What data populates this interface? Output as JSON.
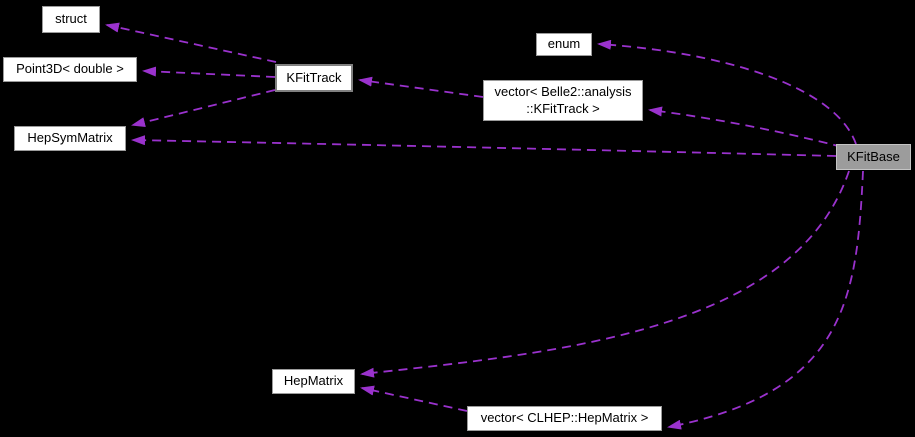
{
  "diagram": {
    "title": "Collaboration graph for KFitBase",
    "type": "doxygen-collaboration-graph",
    "colors": {
      "background": "#000000",
      "edge": "#9a32cd",
      "node_fill": "#ffffff",
      "node_border": "#9b9b9b",
      "highlight_fill": "#9c9c9c",
      "text": "#000000"
    },
    "nodes": [
      {
        "id": "struct",
        "label": "struct"
      },
      {
        "id": "point3d",
        "label": "Point3D< double >"
      },
      {
        "id": "hepsymmatrix",
        "label": "HepSymMatrix"
      },
      {
        "id": "kfittrack",
        "label": "KFitTrack"
      },
      {
        "id": "enum",
        "label": "enum"
      },
      {
        "id": "vector-kfittrack",
        "label": "vector< Belle2::analysis\n::KFitTrack >"
      },
      {
        "id": "kfitbase",
        "label": "KFitBase",
        "highlighted": true
      },
      {
        "id": "hepmatrix",
        "label": "HepMatrix"
      },
      {
        "id": "vector-hepmatrix",
        "label": "vector< CLHEP::HepMatrix >"
      }
    ],
    "edges": [
      {
        "from": "KFitTrack",
        "to": "struct",
        "style": "dashed"
      },
      {
        "from": "KFitTrack",
        "to": "Point3D< double >",
        "style": "dashed"
      },
      {
        "from": "KFitTrack",
        "to": "HepSymMatrix",
        "style": "dashed"
      },
      {
        "from": "KFitBase",
        "to": "HepSymMatrix",
        "style": "dashed"
      },
      {
        "from": "vector< Belle2::analysis::KFitTrack >",
        "to": "KFitTrack",
        "style": "dashed"
      },
      {
        "from": "KFitBase",
        "to": "vector< Belle2::analysis::KFitTrack >",
        "style": "dashed"
      },
      {
        "from": "KFitBase",
        "to": "enum",
        "style": "dashed"
      },
      {
        "from": "KFitBase",
        "to": "HepMatrix",
        "style": "dashed"
      },
      {
        "from": "vector< CLHEP::HepMatrix >",
        "to": "HepMatrix",
        "style": "dashed"
      },
      {
        "from": "KFitBase",
        "to": "vector< CLHEP::HepMatrix >",
        "style": "dashed"
      }
    ]
  }
}
